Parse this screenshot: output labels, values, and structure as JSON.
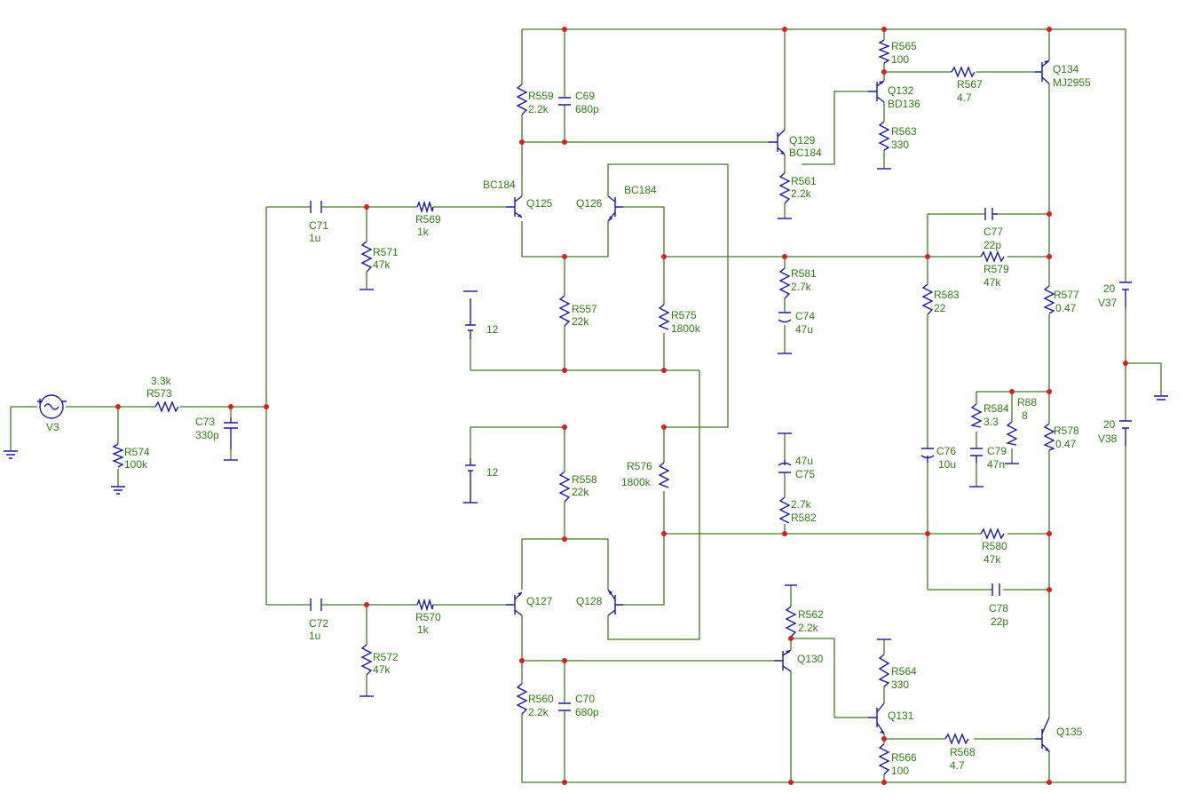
{
  "schematic": {
    "colors": {
      "wire": "#3e7d1e",
      "component": "#1a1a9e",
      "junction": "#d61f1f",
      "label": "#2e7d12",
      "background": "#ffffff"
    },
    "components": {
      "V3": {
        "ref": "V3"
      },
      "V37": {
        "ref": "V37",
        "value": "20"
      },
      "V38": {
        "ref": "V38",
        "value": "20"
      },
      "VB1": {
        "value": "12"
      },
      "VB2": {
        "value": "12"
      },
      "R573": {
        "ref": "R573",
        "value": "3.3k"
      },
      "R574": {
        "ref": "R574",
        "value": "100k"
      },
      "C73": {
        "ref": "C73",
        "value": "330p"
      },
      "C71": {
        "ref": "C71",
        "value": "1u"
      },
      "C72": {
        "ref": "C72",
        "value": "1u"
      },
      "R571": {
        "ref": "R571",
        "value": "47k"
      },
      "R572": {
        "ref": "R572",
        "value": "47k"
      },
      "R569": {
        "ref": "R569",
        "value": "1k"
      },
      "R570": {
        "ref": "R570",
        "value": "1k"
      },
      "Q125": {
        "ref": "Q125",
        "model": "BC184"
      },
      "Q126": {
        "ref": "Q126",
        "model": "BC184"
      },
      "Q127": {
        "ref": "Q127"
      },
      "Q128": {
        "ref": "Q128"
      },
      "R559": {
        "ref": "R559",
        "value": "2.2k"
      },
      "C69": {
        "ref": "C69",
        "value": "680p"
      },
      "R560": {
        "ref": "R560",
        "value": "2.2k"
      },
      "C70": {
        "ref": "C70",
        "value": "680p"
      },
      "R557": {
        "ref": "R557",
        "value": "22k"
      },
      "R558": {
        "ref": "R558",
        "value": "22k"
      },
      "R575": {
        "ref": "R575",
        "value": "1800k"
      },
      "R576": {
        "ref": "R576",
        "value": "1800k"
      },
      "Q129": {
        "ref": "Q129",
        "model": "BC184"
      },
      "Q130": {
        "ref": "Q130"
      },
      "R561": {
        "ref": "R561",
        "value": "2.2k"
      },
      "R562": {
        "ref": "R562",
        "value": "2.2k"
      },
      "R581": {
        "ref": "R581",
        "value": "2.7k"
      },
      "C74": {
        "ref": "C74",
        "value": "47u"
      },
      "R582": {
        "ref": "R582",
        "value": "2.7k"
      },
      "C75": {
        "ref": "C75",
        "value": "47u"
      },
      "R565": {
        "ref": "R565",
        "value": "100"
      },
      "Q132": {
        "ref": "Q132",
        "model": "BD136"
      },
      "R563": {
        "ref": "R563",
        "value": "330"
      },
      "R567": {
        "ref": "R567",
        "value": "4.7"
      },
      "Q134": {
        "ref": "Q134",
        "model": "MJ2955"
      },
      "R564": {
        "ref": "R564",
        "value": "330"
      },
      "Q131": {
        "ref": "Q131"
      },
      "R566": {
        "ref": "R566",
        "value": "100"
      },
      "R568": {
        "ref": "R568",
        "value": "4.7"
      },
      "Q135": {
        "ref": "Q135"
      },
      "C77": {
        "ref": "C77",
        "value": "22p"
      },
      "R579": {
        "ref": "R579",
        "value": "47k"
      },
      "R580": {
        "ref": "R580",
        "value": "47k"
      },
      "C78": {
        "ref": "C78",
        "value": "22p"
      },
      "R583": {
        "ref": "R583",
        "value": "22"
      },
      "C76": {
        "ref": "C76",
        "value": "10u"
      },
      "R577": {
        "ref": "R577",
        "value": "0.47"
      },
      "R578": {
        "ref": "R578",
        "value": "0.47"
      },
      "R584": {
        "ref": "R584",
        "value": "3.3"
      },
      "C79": {
        "ref": "C79",
        "value": "47n"
      },
      "R88": {
        "ref": "R88",
        "value": "8"
      }
    }
  }
}
